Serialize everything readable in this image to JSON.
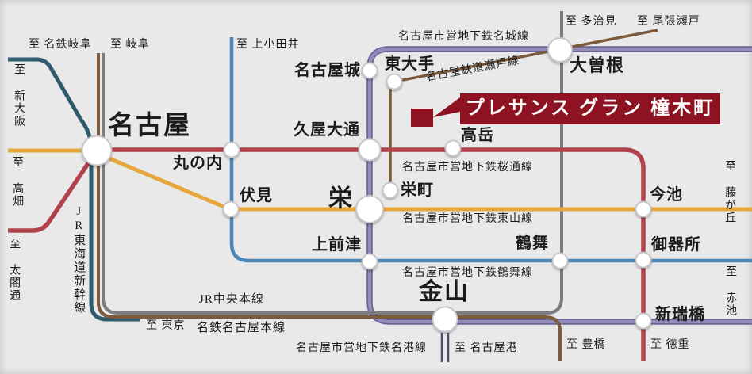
{
  "background": "#e9e9ea",
  "banner": {
    "text": "プレサンス グラン 橦木町",
    "bg": "#8D1222",
    "color": "#ffffff"
  },
  "lines": {
    "meijo": {
      "label": "名古屋市営地下鉄名城線",
      "core": "#938CBA",
      "edge": "#6A6494"
    },
    "meiko": {
      "label": "名古屋市営地下鉄名港線",
      "color": "#514B73"
    },
    "sakuradori": {
      "label": "名古屋市営地下鉄桜通線",
      "color": "#B1424B"
    },
    "higashiyama": {
      "label": "名古屋市営地下鉄東山線",
      "color": "#E6A73C"
    },
    "tsurumai": {
      "label": "名古屋市営地下鉄鶴舞線",
      "color": "#4E87B5"
    },
    "seto": {
      "label": "名古屋鉄道瀬戸線",
      "color": "#7B5B3B"
    },
    "meitetsu": {
      "label": "名鉄名古屋本線",
      "color": "#7B5B3B"
    },
    "chuo": {
      "label": "JR中央本線",
      "color": "#7C7C80"
    },
    "shinkansen": {
      "label": "JR東海道新幹線",
      "color": "#2E5A6B"
    }
  },
  "stations": {
    "nagoya": "名古屋",
    "marunouchi": "丸の内",
    "fushimi": "伏見",
    "sakae": "栄",
    "hisaya_odori": "久屋大通",
    "nagoyajo": "名古屋城",
    "higashiote": "東大手",
    "sakaemachi": "栄町",
    "takaoka": "高岳",
    "kamimaezu": "上前津",
    "ozone": "大曽根",
    "imaike": "今池",
    "gokiso": "御器所",
    "tsurumai": "鶴舞",
    "aratamabashi": "新瑞橋",
    "kanayama": "金山"
  },
  "destinations": {
    "meitetsu_gifu": "至 名鉄岐阜",
    "gifu": "至 岐阜",
    "kamiotai": "至 上小田井",
    "tajimi": "至 多治見",
    "owari_seto": "至 尾張瀬戸",
    "shin_osaka": "至 新大阪",
    "takabata": "至 高畑",
    "taikodori": "至 太閤通",
    "tokyo": "至 東京",
    "toyohashi": "至 豊橋",
    "tokushige": "至 徳重",
    "nagoyako": "至 名古屋港",
    "fujigaoka": "至 藤が丘",
    "akaike": "至 赤池"
  },
  "station_node_style": {
    "fill": "#FFFFFF",
    "stroke": "#C8C8CC"
  }
}
